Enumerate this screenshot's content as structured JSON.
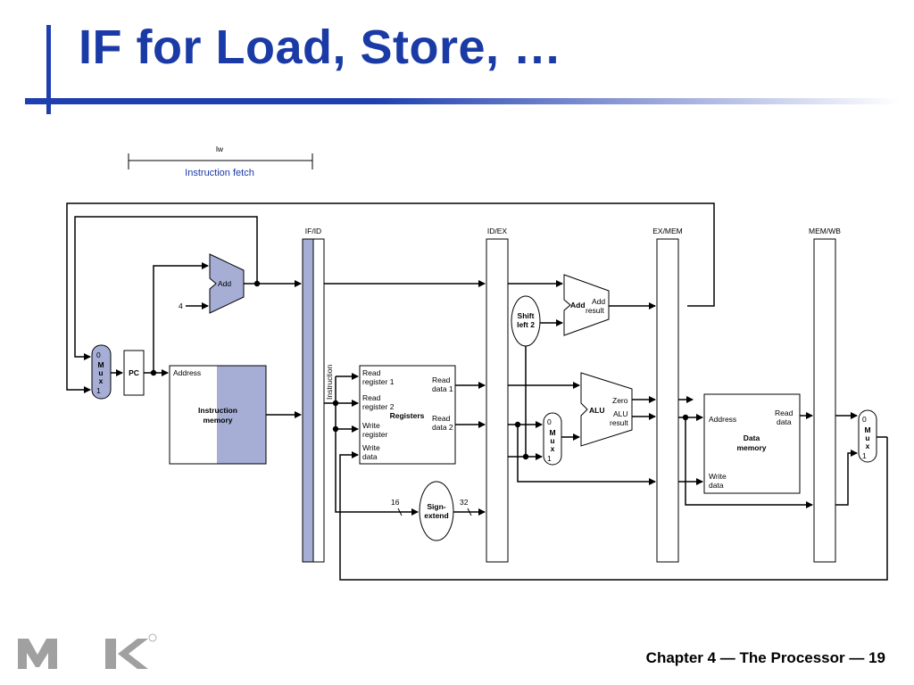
{
  "slide": {
    "title": "IF for Load, Store, …",
    "footer": "Chapter 4 — The Processor — 19"
  },
  "header": {
    "instr": "lw",
    "stage": "Instruction fetch"
  },
  "pipeline_registers": [
    "IF/ID",
    "ID/EX",
    "EX/MEM",
    "MEM/WB"
  ],
  "units": {
    "pc": "PC",
    "add_top": "Add",
    "const4": "4",
    "address": "Address",
    "imem_1": "Instruction",
    "imem_2": "memory",
    "instruction_v": "Instruction",
    "mux_0": "0",
    "mux_m": "M",
    "mux_u": "u",
    "mux_x": "x",
    "mux_1": "1",
    "reg_read1_a": "Read",
    "reg_read1_b": "register 1",
    "reg_read2_a": "Read",
    "reg_read2_b": "register 2",
    "reg_write_a": "Write",
    "reg_write_b": "register",
    "reg_wdata_a": "Write",
    "reg_wdata_b": "data",
    "registers": "Registers",
    "rdata1_a": "Read",
    "rdata1_b": "data 1",
    "rdata2_a": "Read",
    "rdata2_b": "data 2",
    "shift_a": "Shift",
    "shift_b": "left 2",
    "add_branch": "Add",
    "addres_a": "Add",
    "addres_b": "result",
    "alu": "ALU",
    "zero": "Zero",
    "alures_a": "ALU",
    "alures_b": "result",
    "sign_a": "Sign-",
    "sign_b": "extend",
    "w16": "16",
    "w32": "32",
    "dm_address": "Address",
    "dm_read_a": "Read",
    "dm_read_b": "data",
    "dm_1": "Data",
    "dm_2": "memory",
    "dm_wdata_a": "Write",
    "dm_wdata_b": "data"
  },
  "colors": {
    "title": "#1a3aa6",
    "accent": "#1f3fae",
    "highlight": "#a6aed6",
    "logo": "#a0a0a0"
  }
}
